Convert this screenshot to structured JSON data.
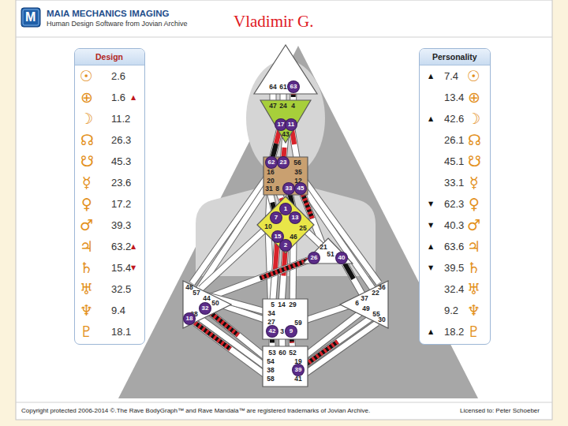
{
  "diagram": {
    "title": "Vladimir G.",
    "nodes": [
      {
        "text": [
          "Design",
          "2.6",
          "1.6",
          "11.2",
          "26.3",
          "45.3",
          "23.6",
          "17.2",
          "39.3",
          "63.2",
          "15.4",
          "32.5",
          "9.4",
          "18.1"
        ]
      },
      {
        "text": [
          "Personality",
          "7.4",
          "13.4",
          "42.6",
          "26.1",
          "45.1",
          "33.1",
          "62.3",
          "40.3",
          "63.6",
          "39.5",
          "32.4",
          "9.2",
          "18.2"
        ]
      },
      {
        "text": []
      },
      {
        "text": []
      },
      {
        "text": []
      },
      {
        "text": []
      },
      {
        "text": []
      },
      {
        "text": []
      },
      {
        "text": []
      },
      {
        "text": []
      },
      {
        "text": []
      },
      {
        "text": [
          "64"
        ],
        "in": 2
      },
      {
        "text": [
          "61"
        ],
        "in": 2
      },
      {
        "text": [
          "63"
        ],
        "in": 2
      },
      {
        "text": [
          "47"
        ],
        "in": 3
      },
      {
        "text": [
          "24"
        ],
        "in": 3
      },
      {
        "text": [
          "4"
        ],
        "in": 3
      },
      {
        "text": [
          "17"
        ],
        "in": 3
      },
      {
        "text": [
          "11"
        ],
        "in": 3
      },
      {
        "text": [
          "43"
        ],
        "in": 3
      },
      {
        "text": [
          "62"
        ],
        "in": 4
      },
      {
        "text": [
          "23"
        ],
        "in": 4
      },
      {
        "text": [
          "56"
        ],
        "in": 4
      },
      {
        "text": [
          "16"
        ],
        "in": 4
      },
      {
        "text": [
          "35"
        ],
        "in": 4
      },
      {
        "text": [
          "20"
        ],
        "in": 4
      },
      {
        "text": [
          "12"
        ],
        "in": 4
      },
      {
        "text": [
          "31"
        ],
        "in": 4
      },
      {
        "text": [
          "8"
        ],
        "in": 4
      },
      {
        "text": [
          "33"
        ],
        "in": 4
      },
      {
        "text": [
          "45"
        ],
        "in": 4
      },
      {
        "text": [
          "1"
        ],
        "in": 5
      },
      {
        "text": [
          "7"
        ],
        "in": 5
      },
      {
        "text": [
          "13"
        ],
        "in": 5
      },
      {
        "text": [
          "10"
        ],
        "in": 5
      },
      {
        "text": [
          "25"
        ],
        "in": 5
      },
      {
        "text": [
          "15"
        ],
        "in": 5
      },
      {
        "text": [
          "46"
        ],
        "in": 5
      },
      {
        "text": [
          "2"
        ],
        "in": 5
      },
      {
        "text": [
          "21"
        ],
        "in": 6
      },
      {
        "text": [
          "51"
        ],
        "in": 6
      },
      {
        "text": [
          "26"
        ],
        "in": 6
      },
      {
        "text": [
          "40"
        ],
        "in": 6
      },
      {
        "text": [
          "48"
        ],
        "in": 7
      },
      {
        "text": [
          "57"
        ],
        "in": 7
      },
      {
        "text": [
          "44"
        ],
        "in": 7
      },
      {
        "text": [
          "50"
        ],
        "in": 7
      },
      {
        "text": [
          "32"
        ],
        "in": 7
      },
      {
        "text": [
          "28"
        ],
        "in": 7
      },
      {
        "text": [
          "18"
        ],
        "in": 7
      },
      {
        "text": [
          "36"
        ],
        "in": 8
      },
      {
        "text": [
          "22"
        ],
        "in": 8
      },
      {
        "text": [
          "37"
        ],
        "in": 8
      },
      {
        "text": [
          "6"
        ],
        "in": 8
      },
      {
        "text": [
          "49"
        ],
        "in": 8
      },
      {
        "text": [
          "55"
        ],
        "in": 8
      },
      {
        "text": [
          "30"
        ],
        "in": 8
      },
      {
        "text": [
          "5"
        ],
        "in": 9
      },
      {
        "text": [
          "14"
        ],
        "in": 9
      },
      {
        "text": [
          "29"
        ],
        "in": 9
      },
      {
        "text": [
          "34"
        ],
        "in": 9
      },
      {
        "text": [
          "27"
        ],
        "in": 9
      },
      {
        "text": [
          "59"
        ],
        "in": 9
      },
      {
        "text": [
          "42"
        ],
        "in": 9
      },
      {
        "text": [
          "3"
        ],
        "in": 9
      },
      {
        "text": [
          "9"
        ],
        "in": 9
      },
      {
        "text": [
          "53"
        ],
        "in": 10
      },
      {
        "text": [
          "60"
        ],
        "in": 10
      },
      {
        "text": [
          "52"
        ],
        "in": 10
      },
      {
        "text": [
          "54"
        ],
        "in": 10
      },
      {
        "text": [
          "19"
        ],
        "in": 10
      },
      {
        "text": [
          "38"
        ],
        "in": 10
      },
      {
        "text": [
          "39"
        ],
        "in": 10
      },
      {
        "text": [
          "58"
        ],
        "in": 10
      },
      {
        "text": [
          "41"
        ],
        "in": 10
      }
    ],
    "edges": [
      {
        "from": 11,
        "to": 14,
        "arrow": "none"
      },
      {
        "from": 12,
        "to": 15,
        "arrow": "none"
      },
      {
        "from": 13,
        "to": 16,
        "arrow": "none"
      },
      {
        "from": 17,
        "to": 20,
        "arrow": "none"
      },
      {
        "from": 19,
        "to": 21,
        "arrow": "none"
      },
      {
        "from": 18,
        "to": 22,
        "arrow": "none"
      },
      {
        "from": 23,
        "to": 43,
        "arrow": "none"
      },
      {
        "from": 24,
        "to": 50,
        "arrow": "none"
      },
      {
        "from": 25,
        "to": 44,
        "arrow": "none"
      },
      {
        "from": 25,
        "to": 60,
        "arrow": "none"
      },
      {
        "from": 25,
        "to": 34,
        "arrow": "none"
      },
      {
        "from": 26,
        "to": 51,
        "arrow": "none"
      },
      {
        "from": 27,
        "to": 32,
        "arrow": "none"
      },
      {
        "from": 28,
        "to": 31,
        "arrow": "none"
      },
      {
        "from": 29,
        "to": 33,
        "arrow": "none"
      },
      {
        "from": 30,
        "to": 39,
        "arrow": "none"
      },
      {
        "from": 34,
        "to": 44,
        "arrow": "none"
      },
      {
        "from": 34,
        "to": 60,
        "arrow": "none"
      },
      {
        "from": 35,
        "to": 40,
        "arrow": "none"
      },
      {
        "from": 36,
        "to": 57,
        "arrow": "none"
      },
      {
        "from": 37,
        "to": 59,
        "arrow": "none"
      },
      {
        "from": 38,
        "to": 58,
        "arrow": "none"
      },
      {
        "from": 41,
        "to": 45,
        "arrow": "none"
      },
      {
        "from": 42,
        "to": 52,
        "arrow": "none"
      },
      {
        "from": 61,
        "to": 46,
        "arrow": "none"
      },
      {
        "from": 60,
        "to": 44,
        "arrow": "none"
      },
      {
        "from": 62,
        "to": 53,
        "arrow": "none"
      },
      {
        "from": 63,
        "to": 66,
        "arrow": "none"
      },
      {
        "from": 64,
        "to": 67,
        "arrow": "none"
      },
      {
        "from": 65,
        "to": 68,
        "arrow": "none"
      },
      {
        "from": 47,
        "to": 69,
        "arrow": "none"
      },
      {
        "from": 48,
        "to": 71,
        "arrow": "none"
      },
      {
        "from": 49,
        "to": 73,
        "arrow": "none"
      },
      {
        "from": 54,
        "to": 70,
        "arrow": "none"
      },
      {
        "from": 55,
        "to": 72,
        "arrow": "none"
      },
      {
        "from": 56,
        "to": 74,
        "arrow": "none"
      }
    ],
    "labels": [
      "M",
      "MAIA MECHANICS IMAGING",
      "Human Design Software from Jovian Archive",
      "☉",
      "⊕",
      "☽",
      "☊",
      "☋",
      "☿",
      "♀",
      "♂",
      "♃",
      "♄",
      "♅",
      "♆",
      "♇",
      "▲",
      "▲",
      "▼",
      "☉",
      "⊕",
      "☽",
      "☊",
      "☋",
      "☿",
      "♀",
      "♂",
      "♃",
      "♄",
      "♅",
      "♆",
      "♇",
      "▲",
      "▲",
      "▼",
      "▼",
      "▲",
      "▼",
      "▲",
      "Copyright protected 2006-2014 ©.The Rave BodyGraph™ and Rave Mandala™ are registered trademarks of Jovian Archive.",
      "Licensed to: Peter Schoeber"
    ]
  }
}
